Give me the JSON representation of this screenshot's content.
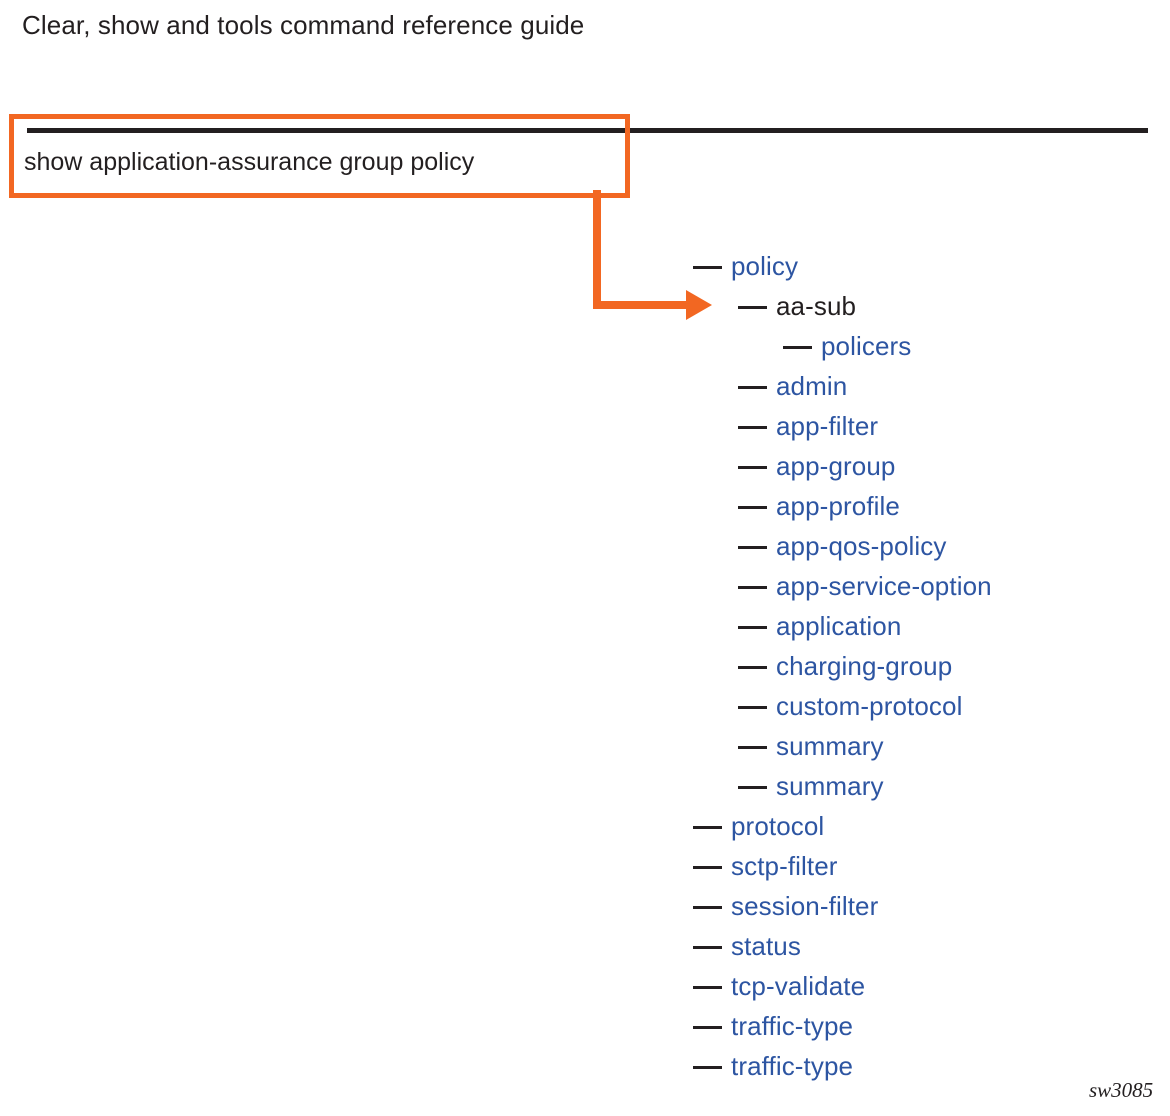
{
  "document": {
    "title": "Clear, show and tools command reference guide",
    "figure_id": "sw3085"
  },
  "colors": {
    "highlight_orange": "#f26722",
    "link_blue": "#2d55a2",
    "text_black": "#231f20",
    "rule_black": "#231f20"
  },
  "callout": {
    "command": "show application-assurance group policy",
    "border_color": "#f26722",
    "arrow_target": "aa-sub"
  },
  "tree": {
    "dash_glyph": "em-dash",
    "nodes": [
      {
        "label": "policy",
        "level": 1,
        "color": "#2d55a2",
        "current": false
      },
      {
        "label": "aa-sub",
        "level": 2,
        "color": "#231f20",
        "current": true
      },
      {
        "label": "policers",
        "level": 3,
        "color": "#2d55a2",
        "current": false
      },
      {
        "label": "admin",
        "level": 2,
        "color": "#2d55a2",
        "current": false
      },
      {
        "label": "app-filter",
        "level": 2,
        "color": "#2d55a2",
        "current": false
      },
      {
        "label": "app-group",
        "level": 2,
        "color": "#2d55a2",
        "current": false
      },
      {
        "label": "app-profile",
        "level": 2,
        "color": "#2d55a2",
        "current": false
      },
      {
        "label": "app-qos-policy",
        "level": 2,
        "color": "#2d55a2",
        "current": false
      },
      {
        "label": "app-service-option",
        "level": 2,
        "color": "#2d55a2",
        "current": false
      },
      {
        "label": "application",
        "level": 2,
        "color": "#2d55a2",
        "current": false
      },
      {
        "label": "charging-group",
        "level": 2,
        "color": "#2d55a2",
        "current": false
      },
      {
        "label": "custom-protocol",
        "level": 2,
        "color": "#2d55a2",
        "current": false
      },
      {
        "label": "summary",
        "level": 2,
        "color": "#2d55a2",
        "current": false
      },
      {
        "label": "summary",
        "level": 2,
        "color": "#2d55a2",
        "current": false
      },
      {
        "label": "protocol",
        "level": 1,
        "color": "#2d55a2",
        "current": false
      },
      {
        "label": "sctp-filter",
        "level": 1,
        "color": "#2d55a2",
        "current": false
      },
      {
        "label": "session-filter",
        "level": 1,
        "color": "#2d55a2",
        "current": false
      },
      {
        "label": "status",
        "level": 1,
        "color": "#2d55a2",
        "current": false
      },
      {
        "label": "tcp-validate",
        "level": 1,
        "color": "#2d55a2",
        "current": false
      },
      {
        "label": "traffic-type",
        "level": 1,
        "color": "#2d55a2",
        "current": false
      },
      {
        "label": "traffic-type",
        "level": 1,
        "color": "#2d55a2",
        "current": false
      }
    ]
  }
}
